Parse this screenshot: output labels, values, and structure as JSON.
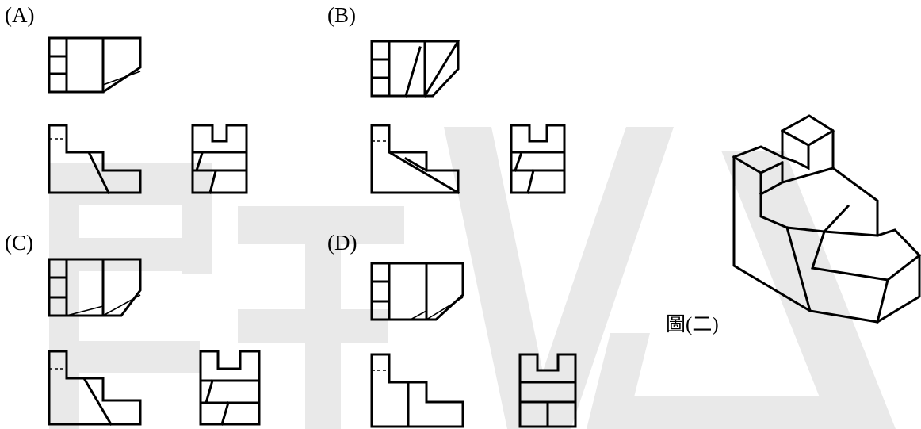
{
  "options": {
    "a": {
      "label": "(A)"
    },
    "b": {
      "label": "(B)"
    },
    "c": {
      "label": "(C)"
    },
    "d": {
      "label": "(D)"
    }
  },
  "figure": {
    "caption": "圖(二)"
  },
  "watermark": {
    "text": "試公",
    "color": "#e9e9e9"
  }
}
